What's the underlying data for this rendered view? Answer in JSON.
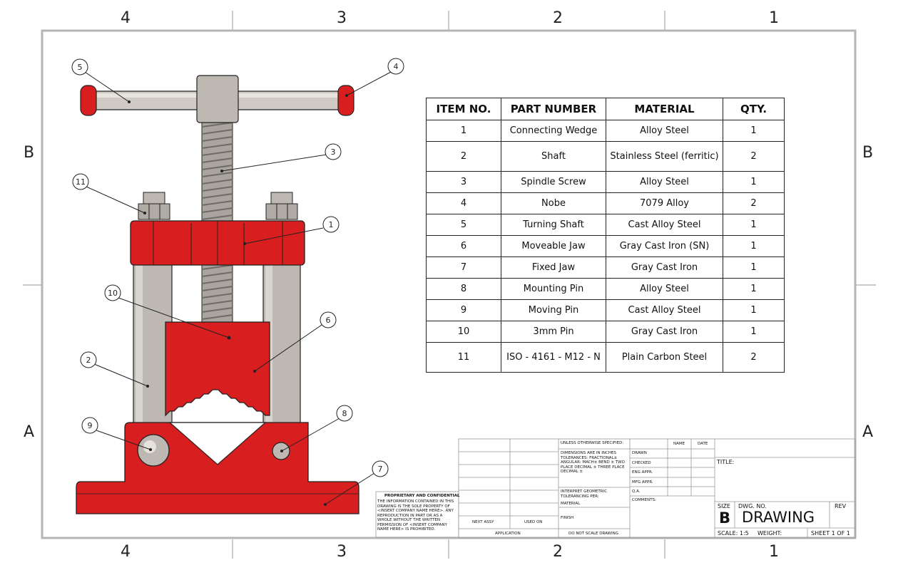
{
  "zones": {
    "columns": [
      "4",
      "3",
      "2",
      "1"
    ],
    "rows": [
      "B",
      "A"
    ]
  },
  "bom": {
    "headers": [
      "ITEM NO.",
      "PART NUMBER",
      "MATERIAL",
      "QTY."
    ],
    "rows": [
      {
        "item": "1",
        "part": "Connecting Wedge",
        "material": "Alloy Steel",
        "qty": "1"
      },
      {
        "item": "2",
        "part": "Shaft",
        "material": "Stainless Steel (ferritic)",
        "qty": "2"
      },
      {
        "item": "3",
        "part": "Spindle Screw",
        "material": "Alloy Steel",
        "qty": "1"
      },
      {
        "item": "4",
        "part": "Nobe",
        "material": "7079 Alloy",
        "qty": "2"
      },
      {
        "item": "5",
        "part": "Turning Shaft",
        "material": "Cast Alloy Steel",
        "qty": "1"
      },
      {
        "item": "6",
        "part": "Moveable Jaw",
        "material": "Gray Cast Iron (SN)",
        "qty": "1"
      },
      {
        "item": "7",
        "part": "Fixed Jaw",
        "material": "Gray Cast Iron",
        "qty": "1"
      },
      {
        "item": "8",
        "part": "Mounting Pin",
        "material": "Alloy Steel",
        "qty": "1"
      },
      {
        "item": "9",
        "part": "Moving Pin",
        "material": "Cast Alloy Steel",
        "qty": "1"
      },
      {
        "item": "10",
        "part": "3mm Pin",
        "material": "Gray Cast Iron",
        "qty": "1"
      },
      {
        "item": "11",
        "part": "ISO - 4161 - M12 - N",
        "material": "Plain Carbon Steel",
        "qty": "2"
      }
    ]
  },
  "balloons": [
    "5",
    "4",
    "3",
    "11",
    "1",
    "10",
    "6",
    "2",
    "9",
    "8",
    "7"
  ],
  "title_block": {
    "proprietary_heading": "PROPRIETARY AND CONFIDENTIAL",
    "proprietary_text": "THE INFORMATION CONTAINED IN THIS DRAWING IS THE SOLE PROPERTY OF <INSERT COMPANY NAME HERE>. ANY REPRODUCTION IN PART OR AS A WHOLE WITHOUT THE WRITTEN PERMISSION OF <INSERT COMPANY NAME HERE> IS PROHIBITED.",
    "next_assy": "NEXT ASSY",
    "used_on": "USED ON",
    "application": "APPLICATION",
    "unless": "UNLESS OTHERWISE SPECIFIED:",
    "dims": "DIMENSIONS ARE IN INCHES TOLERANCES: FRACTIONAL± ANGULAR: MACH± BEND ± TWO PLACE DECIMAL ± THREE PLACE DECIMAL ±",
    "interpret": "INTERPRET GEOMETRIC TOLERANCING PER:",
    "material": "MATERIAL",
    "finish": "FINISH",
    "do_not_scale": "DO NOT SCALE DRAWING",
    "name_col": "NAME",
    "date_col": "DATE",
    "drawn": "DRAWN",
    "checked": "CHECKED",
    "eng_appr": "ENG APPR.",
    "mfg_appr": "MFG APPR.",
    "qa": "Q.A.",
    "comments": "COMMENTS:",
    "title_label": "TITLE:",
    "size_label": "SIZE",
    "size_value": "B",
    "dwg_no_label": "DWG. NO.",
    "dwg_no_value": "DRAWING",
    "rev_label": "REV",
    "scale": "SCALE: 1:5",
    "weight": "WEIGHT:",
    "sheet": "SHEET 1 OF 1"
  },
  "colors": {
    "red_part": "#d81e1e",
    "steel": "#bdb8b1",
    "border": "#b5b5b5"
  }
}
